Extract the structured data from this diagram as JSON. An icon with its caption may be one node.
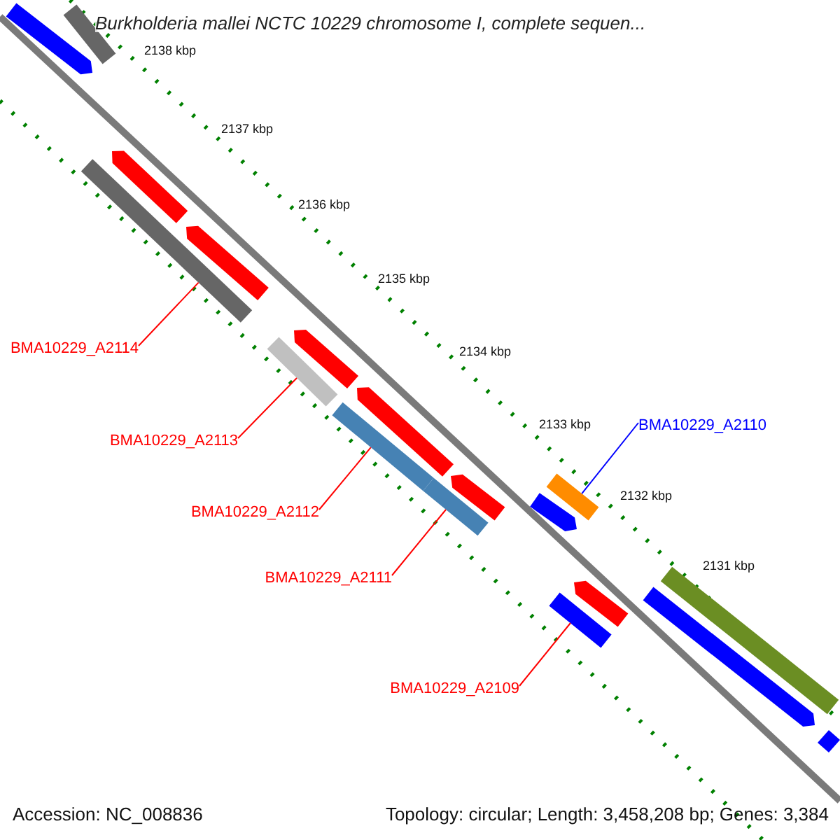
{
  "diagram": {
    "title": "Burkholderia mallei NCTC 10229 chromosome I, complete sequen...",
    "nodes": [
      {
        "text": [
          "BMA10229_A2114"
        ]
      },
      {
        "text": [
          "BMA10229_A2110"
        ]
      },
      {
        "text": [
          "BMA10229_A2113"
        ]
      },
      {
        "text": [
          "BMA10229_A2112"
        ]
      },
      {
        "text": [
          "BMA10229_A2111"
        ]
      },
      {
        "text": [
          "BMA10229_A2109"
        ]
      },
      {
        "text": [],
        "shape": "bar"
      },
      {
        "text": [],
        "shape": "bar"
      },
      {
        "text": [],
        "shape": "bar"
      },
      {
        "text": [],
        "shape": "bar"
      },
      {
        "text": [],
        "shape": "bar"
      },
      {
        "text": [],
        "shape": "bar"
      },
      {
        "text": [],
        "shape": "bar"
      },
      {
        "text": [],
        "shape": "bar"
      },
      {
        "text": [],
        "shape": "bar"
      },
      {
        "text": [],
        "shape": "bar"
      },
      {
        "text": [],
        "shape": "bar"
      },
      {
        "text": [],
        "shape": "bar"
      },
      {
        "text": [],
        "shape": "bar"
      },
      {
        "text": [],
        "shape": "bar"
      },
      {
        "text": [],
        "shape": "bar"
      },
      {
        "text": [],
        "shape": "bar"
      },
      {
        "text": [],
        "shape": "bar"
      },
      {
        "text": [],
        "shape": "bar"
      }
    ],
    "edges": [
      {
        "from": 0,
        "to": 9,
        "arrow": "none"
      },
      {
        "from": 1,
        "to": 16,
        "arrow": "none",
        "color": "#0000ff"
      },
      {
        "from": 2,
        "to": 12,
        "arrow": "none"
      },
      {
        "from": 3,
        "to": 14,
        "arrow": "none"
      },
      {
        "from": 4,
        "to": 17,
        "arrow": "none"
      },
      {
        "from": 5,
        "to": 22,
        "arrow": "none"
      }
    ],
    "labels": [
      "2138 kbp",
      "2137 kbp",
      "2136 kbp",
      "2135 kbp",
      "2134 kbp",
      "2133 kbp",
      "2132 kbp",
      "2131 kbp",
      "Accession: NC_008836",
      "Topology: circular; Length: 3,458,208 bp; Genes: 3,384"
    ]
  }
}
